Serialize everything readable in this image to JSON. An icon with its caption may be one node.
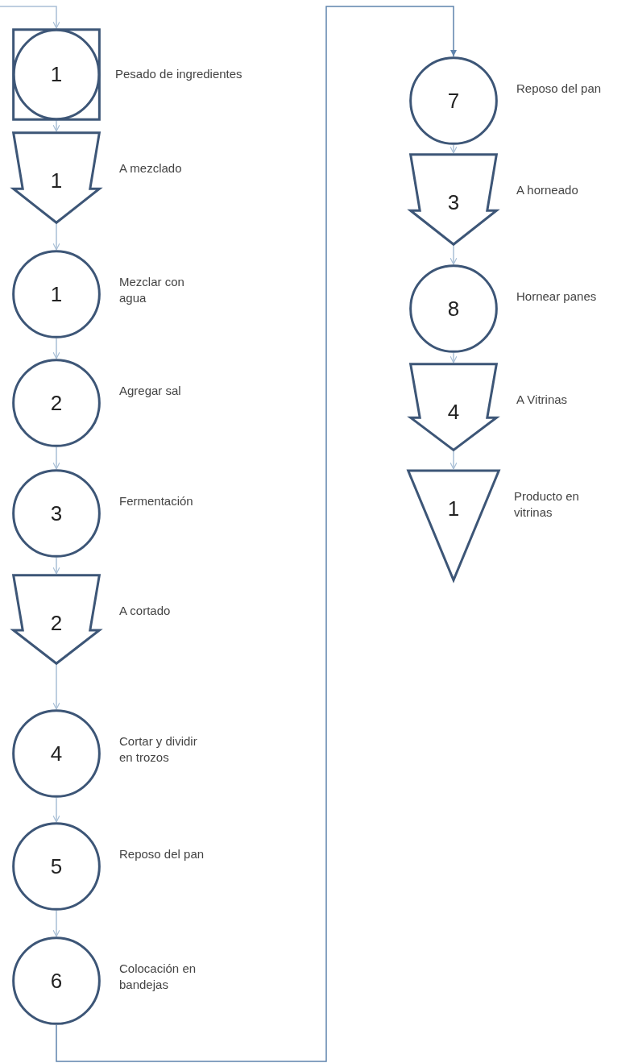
{
  "diagram": {
    "nodes": [
      {
        "text": [
          "1"
        ],
        "beside": [
          "Pesado de ingredientes"
        ]
      },
      {
        "text": [
          "1"
        ],
        "beside": [
          "A mezclado"
        ]
      },
      {
        "text": [
          "1"
        ],
        "beside": [
          "Mezclar con agua"
        ]
      },
      {
        "text": [
          "2"
        ],
        "beside": [
          "Agregar sal"
        ]
      },
      {
        "text": [
          "3"
        ],
        "beside": [
          "Fermentación"
        ]
      },
      {
        "text": [
          "2"
        ],
        "beside": [
          "A cortado"
        ]
      },
      {
        "text": [
          "4"
        ],
        "beside": [
          "Cortar y dividir en trozos"
        ]
      },
      {
        "text": [
          "5"
        ],
        "beside": [
          "Reposo del pan"
        ]
      },
      {
        "text": [
          "6"
        ],
        "beside": [
          "Colocación en bandejas"
        ]
      },
      {
        "text": [
          "7"
        ],
        "beside": [
          "Reposo del pan"
        ]
      },
      {
        "text": [
          "3"
        ],
        "beside": [
          "A horneado"
        ]
      },
      {
        "text": [
          "8"
        ],
        "beside": [
          "Hornear panes"
        ]
      },
      {
        "text": [
          "4"
        ],
        "beside": [
          "A Vitrinas"
        ]
      },
      {
        "text": [
          "1"
        ],
        "beside": [
          "Producto en vitrinas"
        ]
      }
    ],
    "edges": [
      {
        "from": null,
        "to": 0,
        "arrow": "to"
      },
      {
        "from": 0,
        "to": 1,
        "arrow": "to"
      },
      {
        "from": 1,
        "to": 2,
        "arrow": "to"
      },
      {
        "from": 2,
        "to": 3,
        "arrow": "to"
      },
      {
        "from": 3,
        "to": 4,
        "arrow": "to"
      },
      {
        "from": 4,
        "to": 5,
        "arrow": "to"
      },
      {
        "from": 5,
        "to": 6,
        "arrow": "to"
      },
      {
        "from": 6,
        "to": 7,
        "arrow": "to"
      },
      {
        "from": 7,
        "to": 8,
        "arrow": "to"
      },
      {
        "from": 8,
        "to": 9,
        "arrow": "to",
        "color": "#5f84ad"
      },
      {
        "from": 9,
        "to": 10,
        "arrow": "to"
      },
      {
        "from": 10,
        "to": 11,
        "arrow": "to"
      },
      {
        "from": 11,
        "to": 12,
        "arrow": "to"
      },
      {
        "from": 12,
        "to": 13,
        "arrow": "to"
      }
    ]
  }
}
